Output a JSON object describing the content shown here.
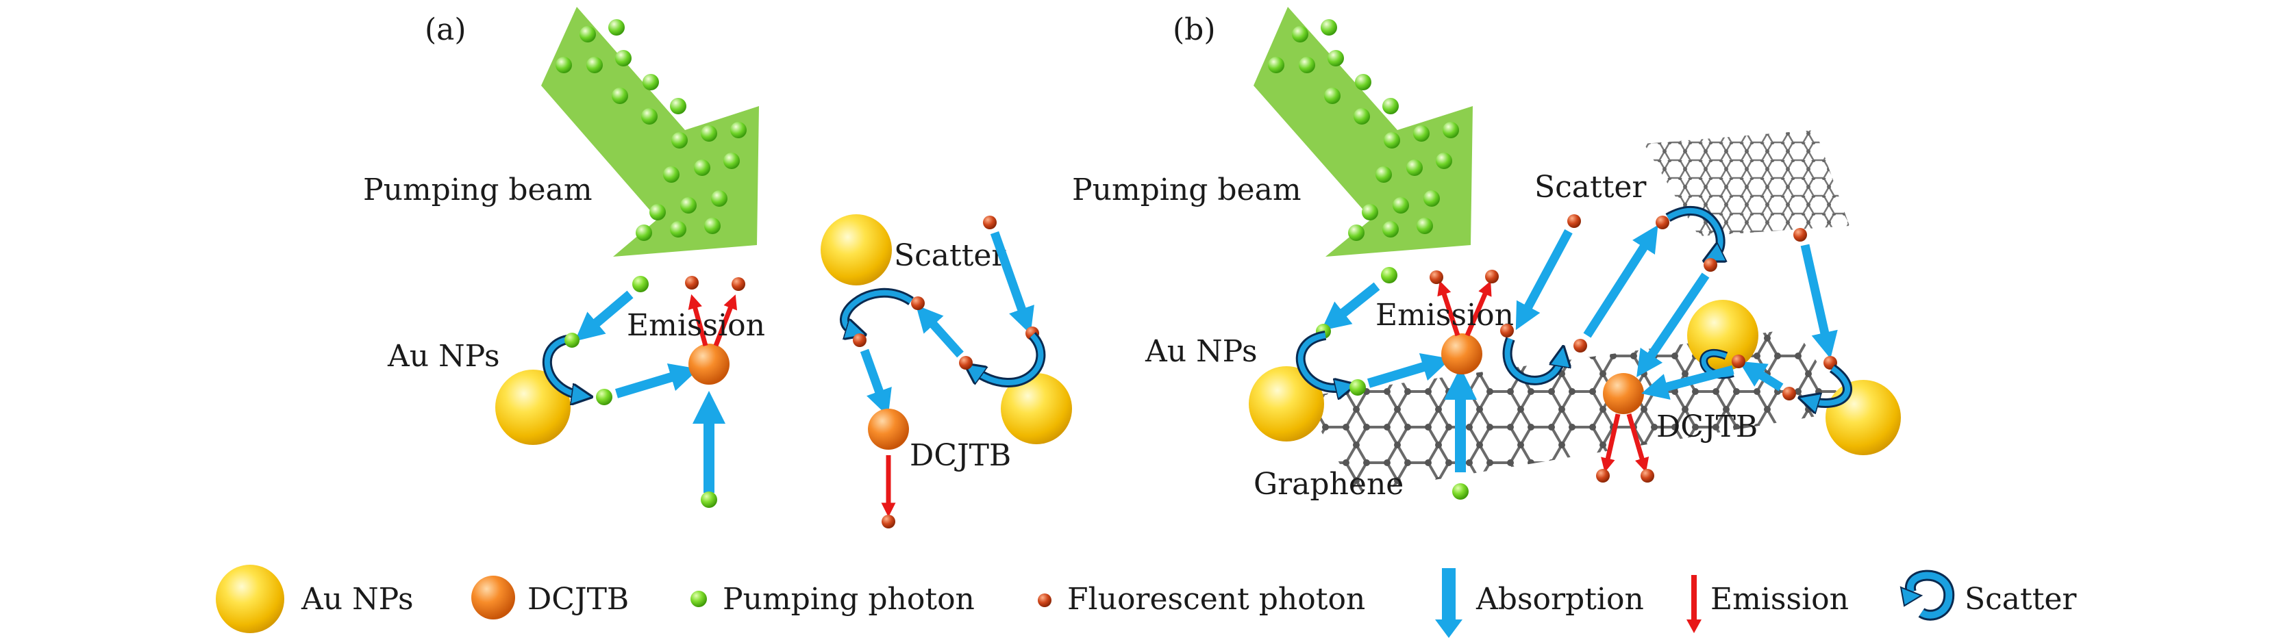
{
  "panels": {
    "a": {
      "tag": "(a)",
      "pump_label": "Pumping beam",
      "au_label": "Au NPs",
      "emission_label": "Emission",
      "scatter_label": "Scatter",
      "dcjtb_label": "DCJTB"
    },
    "b": {
      "tag": "(b)",
      "pump_label": "Pumping beam",
      "au_label": "Au NPs",
      "emission_label": "Emission",
      "scatter_label": "Scatter",
      "dcjtb_label": "DCJTB",
      "graphene_label": "Graphene"
    }
  },
  "legend": {
    "au_nps": "Au NPs",
    "dcjtb": "DCJTB",
    "pumping_photon": "Pumping photon",
    "fluorescent_photon": "Fluorescent photon",
    "absorption": "Absorption",
    "emission": "Emission",
    "scatter": "Scatter"
  },
  "colors": {
    "pump_arrow": "#8ccf4e",
    "green_dot": "#6fd428",
    "au": "#f5c400",
    "dcjtb": "#f07a1a",
    "fluor_photon": "#c9441e",
    "absorption_arrow": "#1aa7e8",
    "emission_arrow": "#e81818",
    "scatter_arrow": "#1aa0e0"
  }
}
